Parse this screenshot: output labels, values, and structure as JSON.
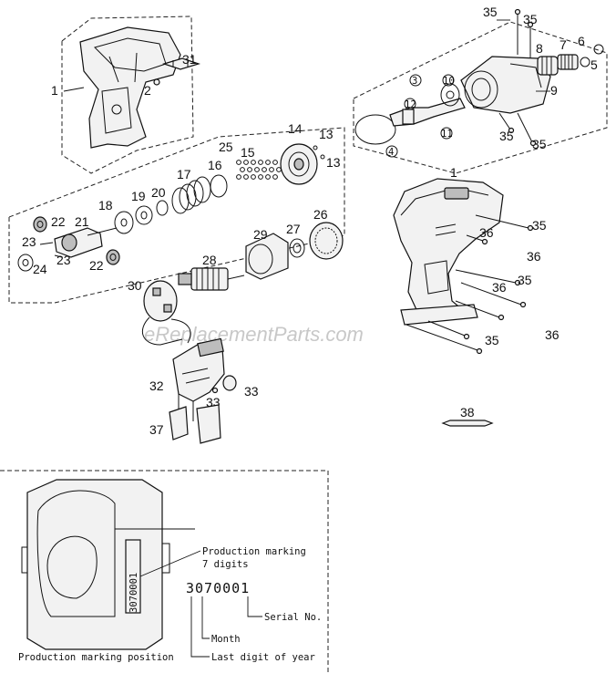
{
  "watermark": "eReplacementParts.com",
  "callouts": {
    "c1a": "1",
    "c2": "2",
    "c31": "31",
    "c35a": "35",
    "c35b": "35",
    "c8": "8",
    "c7": "7",
    "c6": "6",
    "c5": "5",
    "c9": "9",
    "c35c": "35",
    "c35d": "35",
    "c3": "3",
    "c12": "12",
    "c10": "10",
    "c11": "11",
    "c4": "4",
    "c25": "25",
    "c15": "15",
    "c14": "14",
    "c13a": "13",
    "c13b": "13",
    "c17": "17",
    "c16": "16",
    "c18": "18",
    "c19": "19",
    "c20": "20",
    "c22a": "22",
    "c21": "21",
    "c23a": "23",
    "c23b": "23",
    "c24": "24",
    "c22b": "22",
    "c26": "26",
    "c27": "27",
    "c29": "29",
    "c28": "28",
    "c30": "30",
    "c32": "32",
    "c33a": "33",
    "c33b": "33",
    "c37": "37",
    "c38": "38",
    "c1b": "1",
    "c35e": "35",
    "c36a": "36",
    "c36b": "36",
    "c35f": "35",
    "c36c": "36",
    "c35g": "35",
    "c36d": "36"
  },
  "production": {
    "marking_label_line1": "Production marking",
    "marking_label_line2": "7 digits",
    "code": "3070001",
    "stamp": "3070001",
    "serial_label": "Serial No.",
    "month_label": "Month",
    "year_label": "Last digit of year",
    "position_label": "Production marking position"
  }
}
